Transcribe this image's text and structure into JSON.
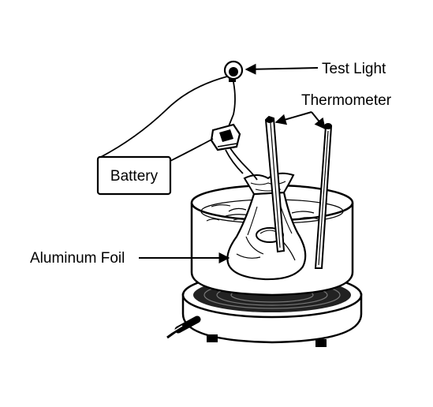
{
  "diagram": {
    "labels": {
      "test_light": "Test Light",
      "thermometer": "Thermometer",
      "battery": "Battery",
      "aluminum_foil": "Aluminum Foil"
    },
    "colors": {
      "ink": "#000000",
      "paper": "#ffffff"
    }
  }
}
